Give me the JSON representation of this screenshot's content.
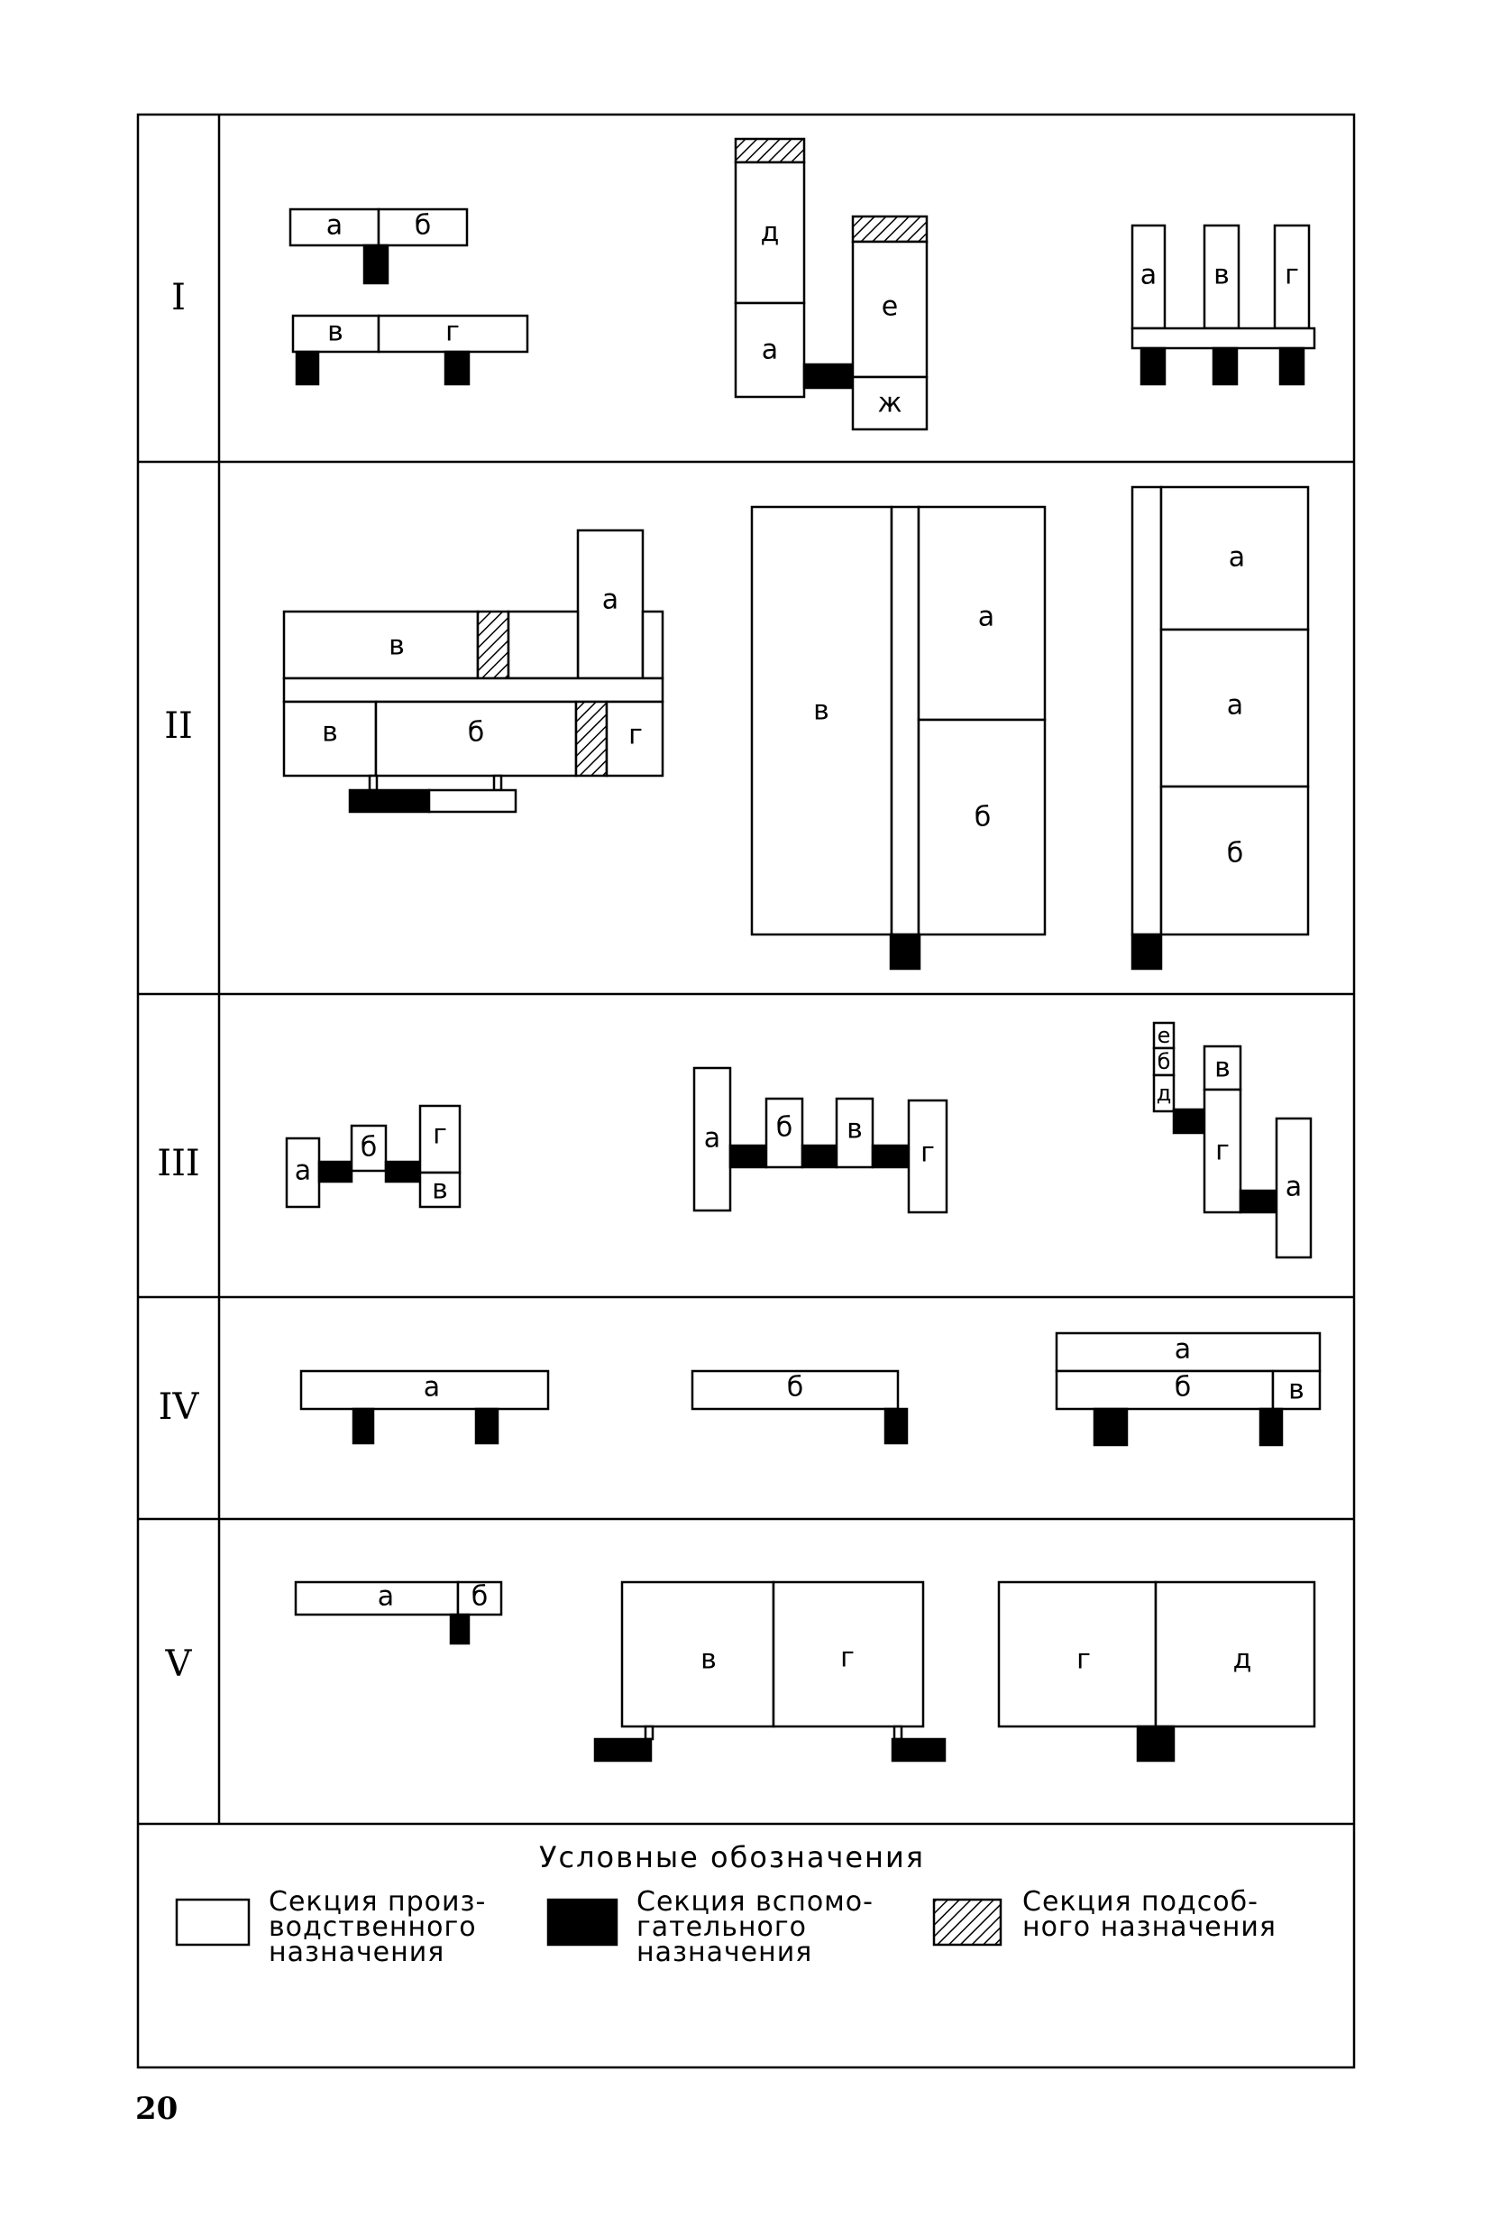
{
  "rows": [
    {
      "label": "I",
      "layouts": [
        {
          "sections": [
            {
              "type": "production",
              "label": "а"
            },
            {
              "type": "production",
              "label": "б"
            },
            {
              "type": "production",
              "label": "в"
            },
            {
              "type": "production",
              "label": "г"
            },
            {
              "type": "auxiliary",
              "label": ""
            }
          ]
        },
        {
          "sections": [
            {
              "type": "utility",
              "label": ""
            },
            {
              "type": "production",
              "label": "д"
            },
            {
              "type": "production",
              "label": "а"
            },
            {
              "type": "utility",
              "label": ""
            },
            {
              "type": "production",
              "label": "е"
            },
            {
              "type": "production",
              "label": "ж"
            },
            {
              "type": "auxiliary",
              "label": ""
            }
          ]
        },
        {
          "sections": [
            {
              "type": "production",
              "label": "а"
            },
            {
              "type": "production",
              "label": "в"
            },
            {
              "type": "production",
              "label": "г"
            },
            {
              "type": "auxiliary",
              "label": ""
            }
          ]
        }
      ]
    },
    {
      "label": "II",
      "layouts": [
        {
          "sections": [
            {
              "type": "production",
              "label": "а"
            },
            {
              "type": "production",
              "label": "в"
            },
            {
              "type": "production",
              "label": "в"
            },
            {
              "type": "production",
              "label": "б"
            },
            {
              "type": "production",
              "label": "г"
            },
            {
              "type": "utility",
              "label": ""
            },
            {
              "type": "auxiliary",
              "label": ""
            }
          ]
        },
        {
          "sections": [
            {
              "type": "production",
              "label": "в"
            },
            {
              "type": "production",
              "label": "а"
            },
            {
              "type": "production",
              "label": "б"
            },
            {
              "type": "auxiliary",
              "label": ""
            }
          ]
        },
        {
          "sections": [
            {
              "type": "production",
              "label": "а"
            },
            {
              "type": "production",
              "label": "а"
            },
            {
              "type": "production",
              "label": "б"
            },
            {
              "type": "auxiliary",
              "label": ""
            }
          ]
        }
      ]
    },
    {
      "label": "III",
      "layouts": [
        {
          "sections": [
            {
              "type": "production",
              "label": "а"
            },
            {
              "type": "production",
              "label": "б"
            },
            {
              "type": "production",
              "label": "г"
            },
            {
              "type": "production",
              "label": "в"
            },
            {
              "type": "auxiliary",
              "label": ""
            }
          ]
        },
        {
          "sections": [
            {
              "type": "production",
              "label": "а"
            },
            {
              "type": "production",
              "label": "б"
            },
            {
              "type": "production",
              "label": "в"
            },
            {
              "type": "production",
              "label": "г"
            },
            {
              "type": "auxiliary",
              "label": ""
            }
          ]
        },
        {
          "sections": [
            {
              "type": "production",
              "label": "е"
            },
            {
              "type": "production",
              "label": "б"
            },
            {
              "type": "production",
              "label": "д"
            },
            {
              "type": "production",
              "label": "в"
            },
            {
              "type": "production",
              "label": "г"
            },
            {
              "type": "production",
              "label": "а"
            },
            {
              "type": "auxiliary",
              "label": ""
            }
          ]
        }
      ]
    },
    {
      "label": "IV",
      "layouts": [
        {
          "sections": [
            {
              "type": "production",
              "label": "а"
            },
            {
              "type": "auxiliary",
              "label": ""
            }
          ]
        },
        {
          "sections": [
            {
              "type": "production",
              "label": "б"
            },
            {
              "type": "auxiliary",
              "label": ""
            }
          ]
        },
        {
          "sections": [
            {
              "type": "production",
              "label": "а"
            },
            {
              "type": "production",
              "label": "б"
            },
            {
              "type": "production",
              "label": "в"
            },
            {
              "type": "auxiliary",
              "label": ""
            }
          ]
        }
      ]
    },
    {
      "label": "V",
      "layouts": [
        {
          "sections": [
            {
              "type": "production",
              "label": "а"
            },
            {
              "type": "production",
              "label": "б"
            },
            {
              "type": "auxiliary",
              "label": ""
            }
          ]
        },
        {
          "sections": [
            {
              "type": "production",
              "label": "в"
            },
            {
              "type": "production",
              "label": "г"
            },
            {
              "type": "auxiliary",
              "label": ""
            }
          ]
        },
        {
          "sections": [
            {
              "type": "production",
              "label": "г"
            },
            {
              "type": "production",
              "label": "д"
            },
            {
              "type": "auxiliary",
              "label": ""
            }
          ]
        }
      ]
    }
  ],
  "legend": {
    "title": "Условные обозначения",
    "items": [
      {
        "type": "production",
        "lines": [
          "Секция произ-",
          "водственного",
          "назначения"
        ]
      },
      {
        "type": "auxiliary",
        "lines": [
          "Секция вспомо-",
          "гательного",
          "назначения"
        ]
      },
      {
        "type": "utility",
        "lines": [
          "Секция подсоб-",
          "ного назначения"
        ]
      }
    ]
  },
  "page_number": "20"
}
